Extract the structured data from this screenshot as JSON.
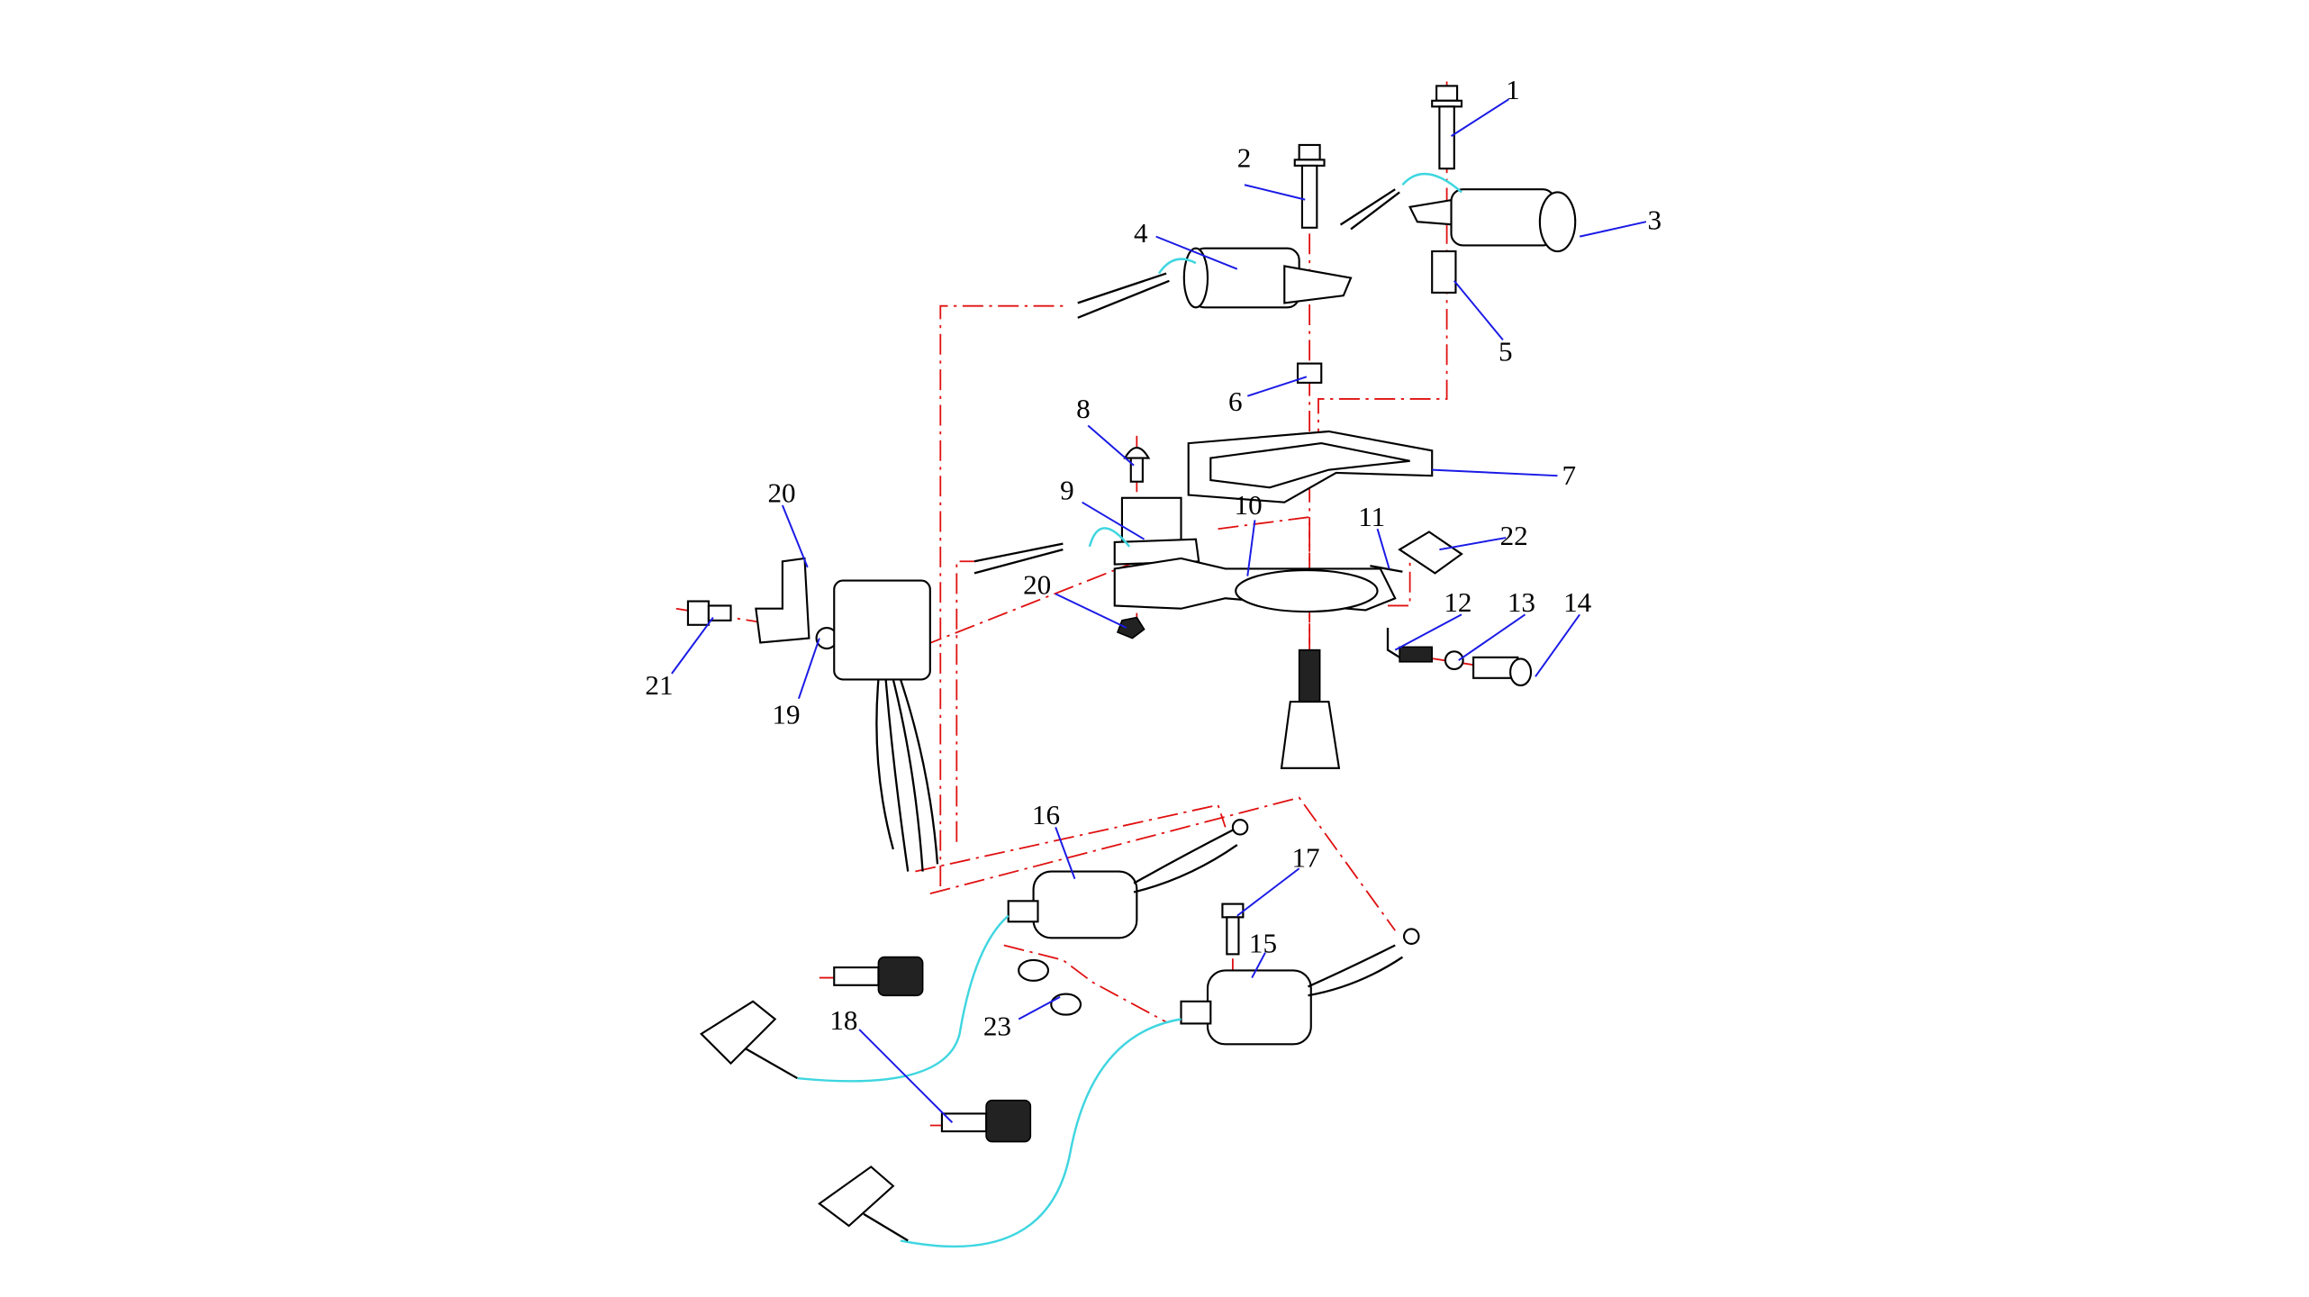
{
  "diagram": {
    "type": "exploded-parts-view",
    "callouts": [
      {
        "id": "c1",
        "text": "1"
      },
      {
        "id": "c2",
        "text": "2"
      },
      {
        "id": "c3",
        "text": "3"
      },
      {
        "id": "c4",
        "text": "4"
      },
      {
        "id": "c5",
        "text": "5"
      },
      {
        "id": "c6",
        "text": "6"
      },
      {
        "id": "c7",
        "text": "7"
      },
      {
        "id": "c8",
        "text": "8"
      },
      {
        "id": "c9",
        "text": "9"
      },
      {
        "id": "c10",
        "text": "10"
      },
      {
        "id": "c11",
        "text": "11"
      },
      {
        "id": "c12",
        "text": "12"
      },
      {
        "id": "c13",
        "text": "13"
      },
      {
        "id": "c14",
        "text": "14"
      },
      {
        "id": "c15",
        "text": "15"
      },
      {
        "id": "c16",
        "text": "16"
      },
      {
        "id": "c17",
        "text": "17"
      },
      {
        "id": "c18",
        "text": "18"
      },
      {
        "id": "c19",
        "text": "19"
      },
      {
        "id": "c20a",
        "text": "20"
      },
      {
        "id": "c20b",
        "text": "20"
      },
      {
        "id": "c21",
        "text": "21"
      },
      {
        "id": "c22",
        "text": "22"
      },
      {
        "id": "c23",
        "text": "23"
      }
    ],
    "colors": {
      "leader": "#1a1ae6",
      "axis": "#e01010",
      "wire_sleeve": "#3fd6e0",
      "outline": "#000000"
    }
  }
}
